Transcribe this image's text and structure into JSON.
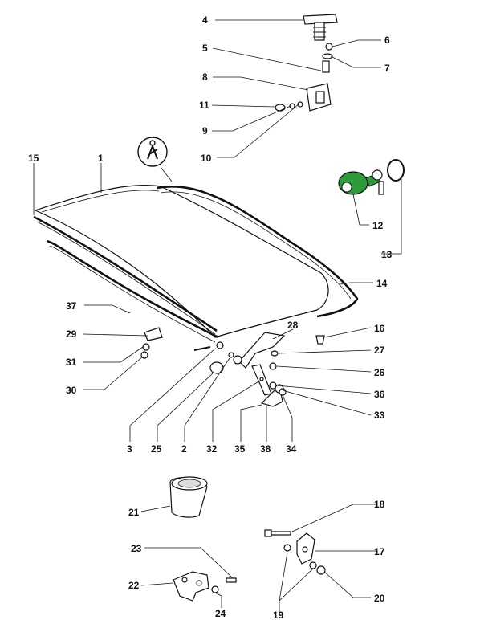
{
  "labels": {
    "l1": "1",
    "l2": "2",
    "l3": "3",
    "l4": "4",
    "l5": "5",
    "l6": "6",
    "l7": "7",
    "l8": "8",
    "l9": "9",
    "l10": "10",
    "l11": "11",
    "l12": "12",
    "l13": "13",
    "l14": "14",
    "l15": "15",
    "l16": "16",
    "l17": "17",
    "l18": "18",
    "l19": "19",
    "l20": "20",
    "l21": "21",
    "l22": "22",
    "l23": "23",
    "l24": "24",
    "l25": "25",
    "l26": "26",
    "l27": "27",
    "l28": "28",
    "l29": "29",
    "l30": "30",
    "l31": "31",
    "l32": "32",
    "l33": "33",
    "l34": "34",
    "l35": "35",
    "l36": "36",
    "l37": "37",
    "l38": "38"
  },
  "colors": {
    "ink": "#111111",
    "lock_cylinder": "#2e9a3a",
    "background": "#ffffff"
  },
  "icons": {
    "lubricant_symbol": "grease-point-icon"
  }
}
